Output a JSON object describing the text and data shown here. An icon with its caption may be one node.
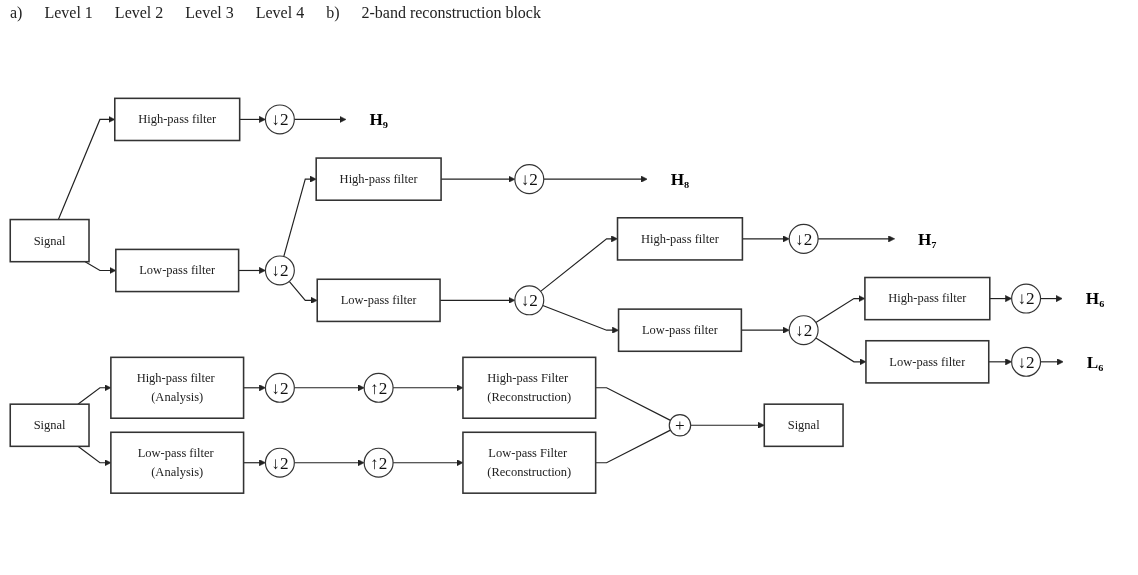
{
  "diagram": {
    "nodes": [
      {
        "text": [
          "Signal"
        ]
      },
      {
        "text": [
          "High-pass filter"
        ]
      },
      {
        "text": [
          "↓2"
        ]
      },
      {
        "text": [
          "H₉"
        ]
      },
      {
        "text": [
          "Low-pass filter"
        ]
      },
      {
        "text": [
          "↓2"
        ]
      },
      {
        "text": [
          "High-pass filter"
        ]
      },
      {
        "text": [
          "↓2"
        ]
      },
      {
        "text": [
          "H₈"
        ]
      },
      {
        "text": [
          "Low-pass filter"
        ]
      },
      {
        "text": [
          "↓2"
        ]
      },
      {
        "text": [
          "High-pass filter"
        ]
      },
      {
        "text": [
          "↓2"
        ]
      },
      {
        "text": [
          "H₇"
        ]
      },
      {
        "text": [
          "Low-pass filter"
        ]
      },
      {
        "text": [
          "↓2"
        ]
      },
      {
        "text": [
          "High-pass filter"
        ]
      },
      {
        "text": [
          "↓2"
        ]
      },
      {
        "text": [
          "H₆"
        ]
      },
      {
        "text": [
          "Low-pass filter"
        ]
      },
      {
        "text": [
          "↓2"
        ]
      },
      {
        "text": [
          "L₆"
        ]
      },
      {
        "text": [
          "Signal"
        ]
      },
      {
        "text": [
          "High-pass filter (Analysis)"
        ]
      },
      {
        "text": [
          "↓2"
        ]
      },
      {
        "text": [
          "↑2"
        ]
      },
      {
        "text": [
          "High-pass Filter (Reconstruction)"
        ]
      },
      {
        "text": [
          "Low-pass filter (Analysis)"
        ]
      },
      {
        "text": [
          "↓2"
        ]
      },
      {
        "text": [
          "↑2"
        ]
      },
      {
        "text": [
          "Low-pass Filter (Reconstruction)"
        ]
      },
      {
        "text": [
          "+"
        ]
      },
      {
        "text": [
          "Signal"
        ]
      }
    ],
    "edges": [
      {
        "from": 0,
        "to": 1,
        "arrow": "to"
      },
      {
        "from": 0,
        "to": 4,
        "arrow": "to"
      },
      {
        "from": 1,
        "to": 2,
        "arrow": "to"
      },
      {
        "from": 2,
        "to": 3,
        "arrow": "to"
      },
      {
        "from": 4,
        "to": 5,
        "arrow": "to"
      },
      {
        "from": 5,
        "to": 6,
        "arrow": "to"
      },
      {
        "from": 5,
        "to": 9,
        "arrow": "to"
      },
      {
        "from": 6,
        "to": 7,
        "arrow": "to"
      },
      {
        "from": 7,
        "to": 8,
        "arrow": "to"
      },
      {
        "from": 9,
        "to": 10,
        "arrow": "to"
      },
      {
        "from": 10,
        "to": 11,
        "arrow": "to"
      },
      {
        "from": 10,
        "to": 14,
        "arrow": "to"
      },
      {
        "from": 11,
        "to": 12,
        "arrow": "to"
      },
      {
        "from": 12,
        "to": 13,
        "arrow": "to"
      },
      {
        "from": 14,
        "to": 15,
        "arrow": "to"
      },
      {
        "from": 15,
        "to": 16,
        "arrow": "to"
      },
      {
        "from": 15,
        "to": 19,
        "arrow": "to"
      },
      {
        "from": 16,
        "to": 17,
        "arrow": "to"
      },
      {
        "from": 17,
        "to": 18,
        "arrow": "to"
      },
      {
        "from": 19,
        "to": 20,
        "arrow": "to"
      },
      {
        "from": 20,
        "to": 21,
        "arrow": "to"
      },
      {
        "from": 22,
        "to": 23,
        "arrow": "to"
      },
      {
        "from": 22,
        "to": 27,
        "arrow": "to"
      },
      {
        "from": 23,
        "to": 24,
        "arrow": "to"
      },
      {
        "from": 24,
        "to": 25,
        "arrow": "to"
      },
      {
        "from": 25,
        "to": 26,
        "arrow": "to"
      },
      {
        "from": 27,
        "to": 28,
        "arrow": "to"
      },
      {
        "from": 28,
        "to": 29,
        "arrow": "to"
      },
      {
        "from": 29,
        "to": 30,
        "arrow": "to"
      },
      {
        "from": 26,
        "to": 31,
        "arrow": "none"
      },
      {
        "from": 30,
        "to": 31,
        "arrow": "none"
      },
      {
        "from": 31,
        "to": 32,
        "arrow": "to"
      }
    ],
    "labels": [
      "a)",
      "Level 1",
      "Level 2",
      "Level 3",
      "Level 4",
      "b)",
      "2-band reconstruction block"
    ]
  }
}
